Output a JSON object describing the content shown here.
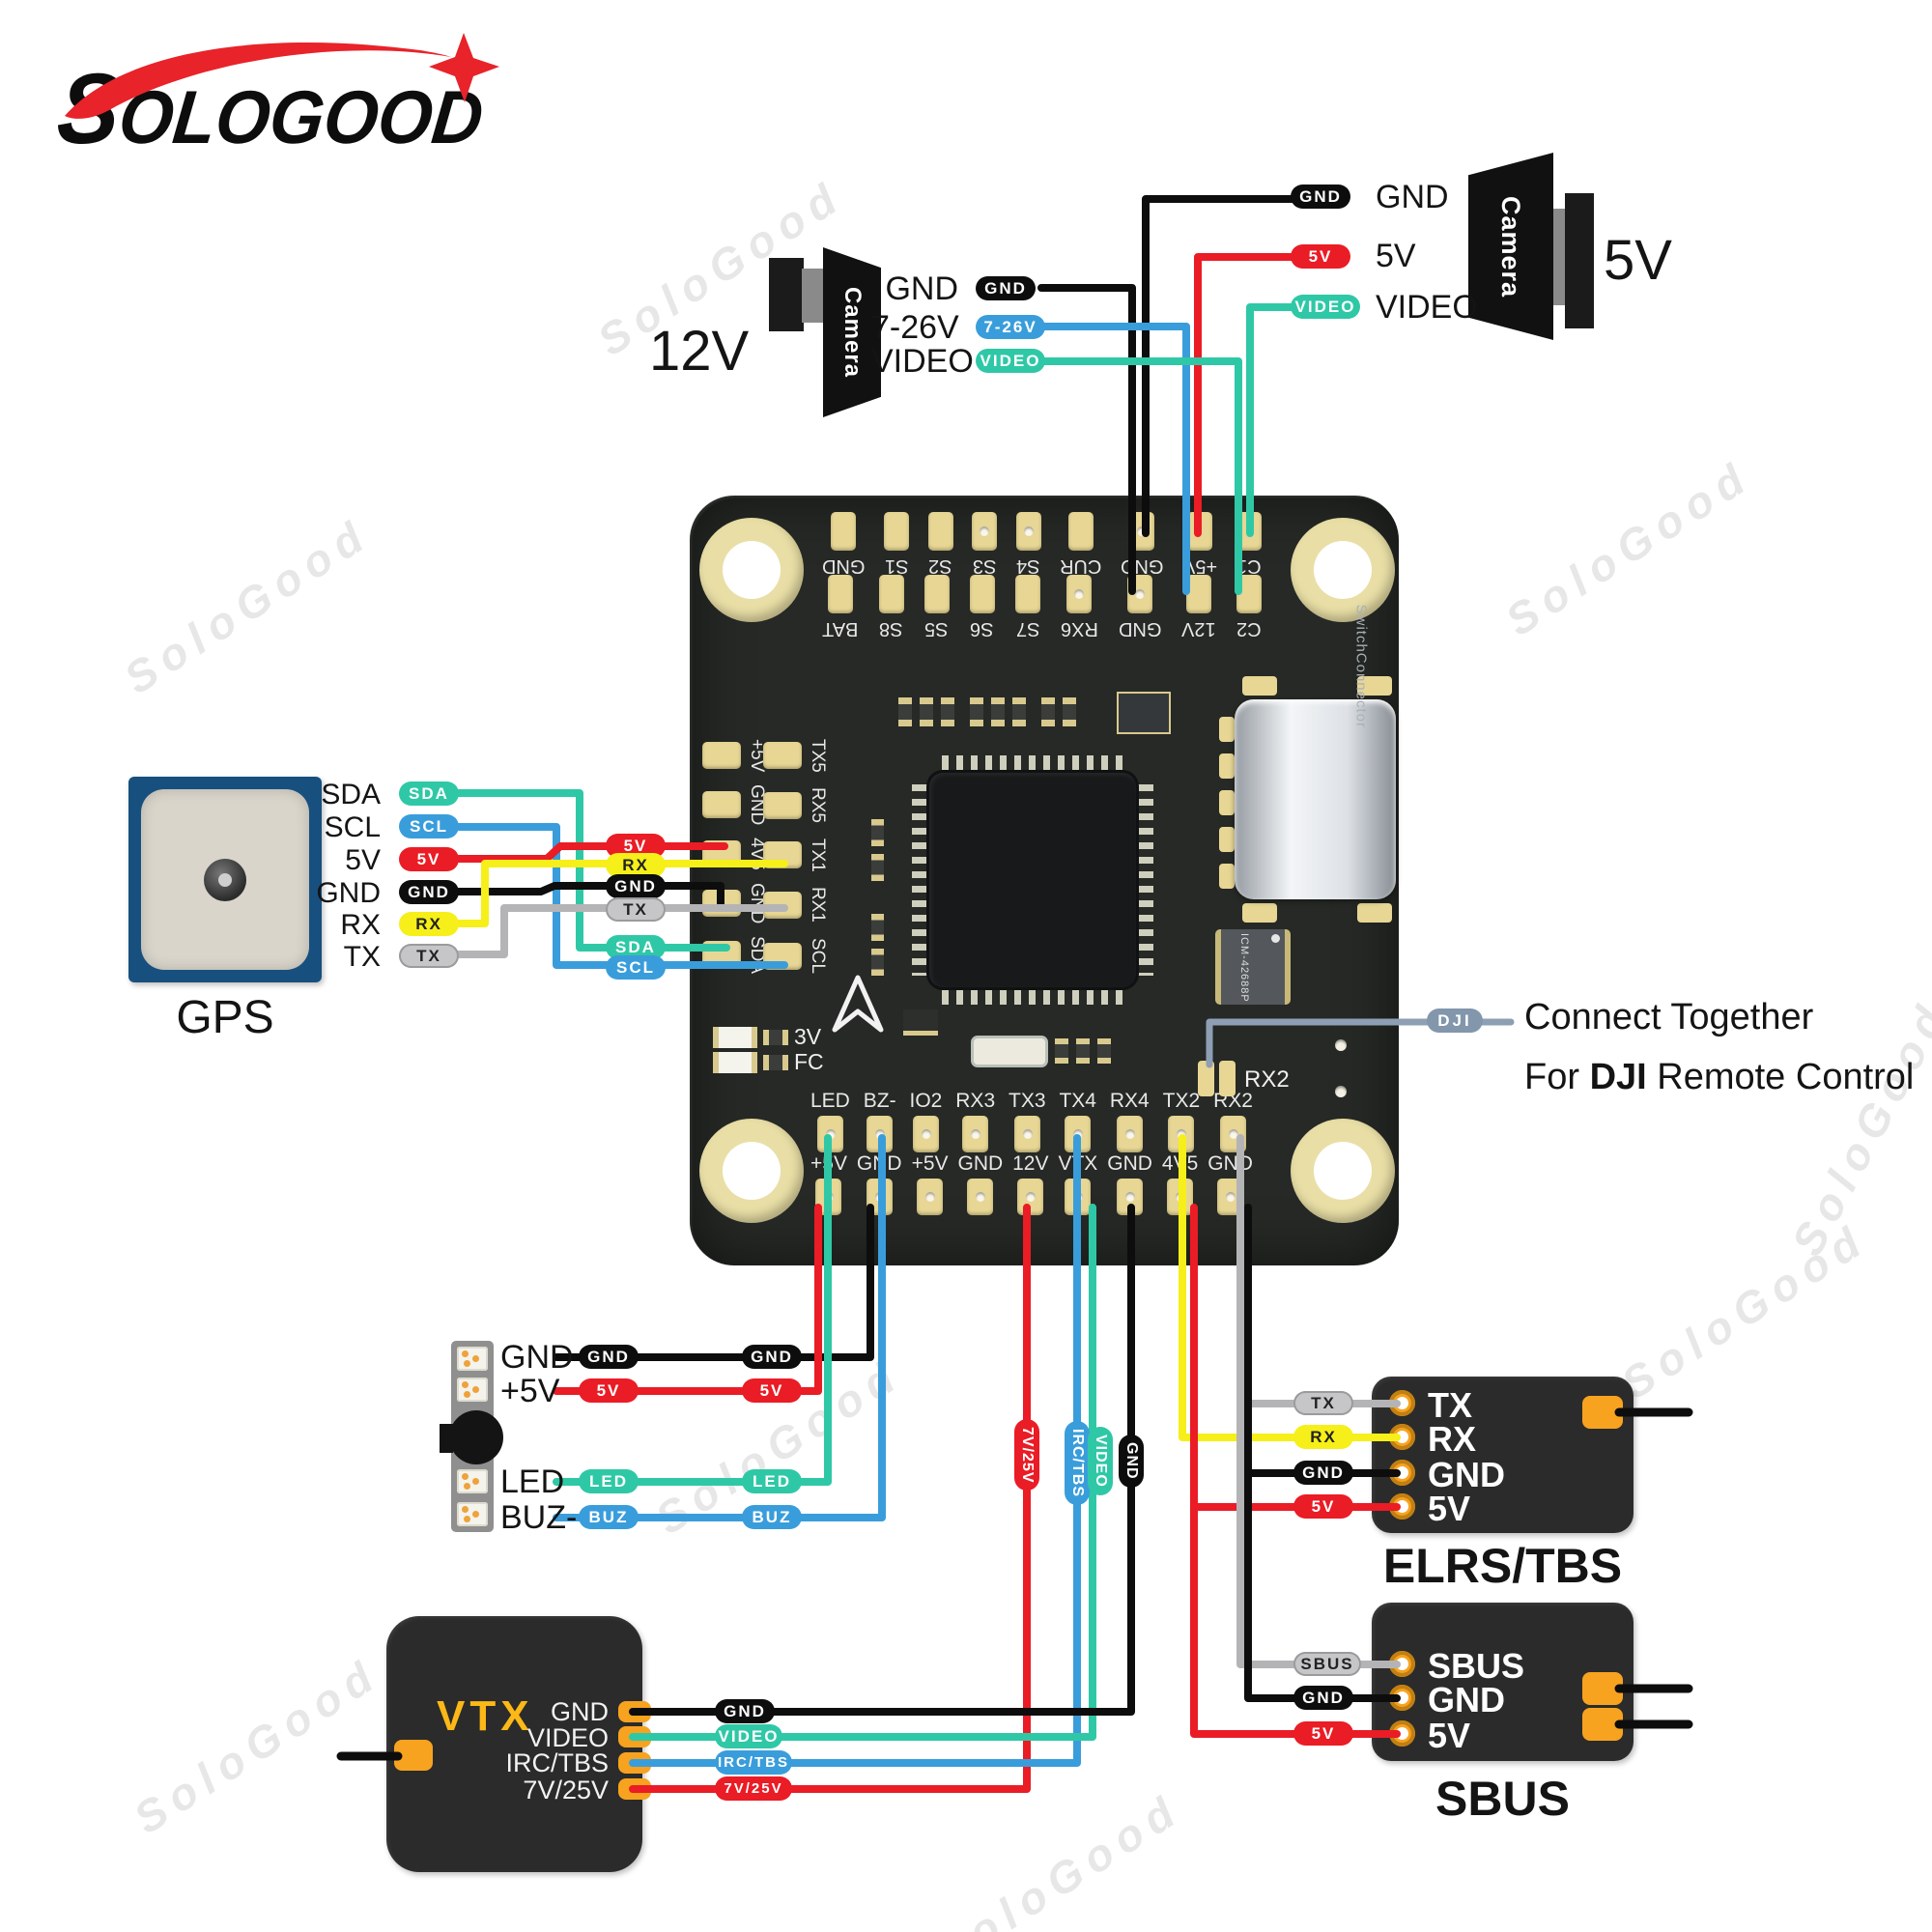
{
  "logo": {
    "text": "SOLOGOOD"
  },
  "watermark": {
    "text": "SoloGood"
  },
  "camera_5v": {
    "title": "5V",
    "device": "Camera",
    "pins": [
      "GND",
      "5V",
      "VIDEO"
    ]
  },
  "camera_12v": {
    "title": "12V",
    "device": "Camera",
    "pins": [
      "GND",
      "7-26V",
      "VIDEO"
    ]
  },
  "fc": {
    "top_row1": [
      "GND",
      "S1",
      "S2",
      "S3",
      "S4",
      "CUR",
      "GND",
      "+5V",
      "C1"
    ],
    "top_row2": [
      "BAT",
      "S8",
      "S5",
      "S6",
      "S7",
      "RX6",
      "GND",
      "12V",
      "C2"
    ],
    "left_col1": [
      "+5V",
      "GND",
      "4V5",
      "GND",
      "SDA"
    ],
    "left_col2": [
      "TX5",
      "RX5",
      "TX1",
      "RX1",
      "SCL"
    ],
    "bottom_row1": [
      "LED",
      "BZ-",
      "IO2",
      "RX3",
      "TX3",
      "TX4",
      "RX4",
      "TX2",
      "RX2"
    ],
    "bottom_row2": [
      "+5V",
      "GND",
      "+5V",
      "GND",
      "12V",
      "VTX",
      "GND",
      "4V5",
      "GND"
    ],
    "status_leds": [
      "3V",
      "FC"
    ],
    "rx2_pad_label": "RX2",
    "imu_chip": "ICM-42688P",
    "usb_text": "SwitchConnector"
  },
  "gps": {
    "title": "GPS",
    "pins": [
      "SDA",
      "SCL",
      "5V",
      "GND",
      "RX",
      "TX"
    ],
    "fc_pills": [
      "5V",
      "RX",
      "GND",
      "TX",
      "SDA",
      "SCL"
    ]
  },
  "dji": {
    "pill": "DJI",
    "line1": "Connect Together",
    "line2_pre": "For ",
    "line2_bold": "DJI",
    "line2_post": " Remote Control"
  },
  "led_buzzer": {
    "labels": [
      "GND",
      "+5V",
      "LED",
      "BUZ-"
    ],
    "pills": [
      "GND",
      "5V",
      "LED",
      "BUZ"
    ]
  },
  "vtx": {
    "title": "VTX",
    "pins": [
      "GND",
      "VIDEO",
      "IRC/TBS",
      "7V/25V"
    ]
  },
  "wire_tags": [
    "7V/25V",
    "IRC/TBS",
    "VIDEO",
    "GND"
  ],
  "elrs": {
    "title": "ELRS/TBS",
    "pins": [
      "TX",
      "RX",
      "GND",
      "5V"
    ]
  },
  "sbus": {
    "title": "SBUS",
    "pins": [
      "SBUS",
      "GND",
      "5V"
    ]
  },
  "colors": {
    "red": "#ea1c25",
    "black": "#0d0d0d",
    "teal": "#2fc8a6",
    "blue": "#3a9ddb",
    "yellow": "#f6ef19",
    "gray": "#bcbcbe",
    "slate": "#8e9fb4",
    "orange": "#f7a320",
    "board": "#262925",
    "pad_gold": "#e7d694",
    "gps_blue": "#17507e",
    "vtx_yellow": "#fcb817"
  }
}
